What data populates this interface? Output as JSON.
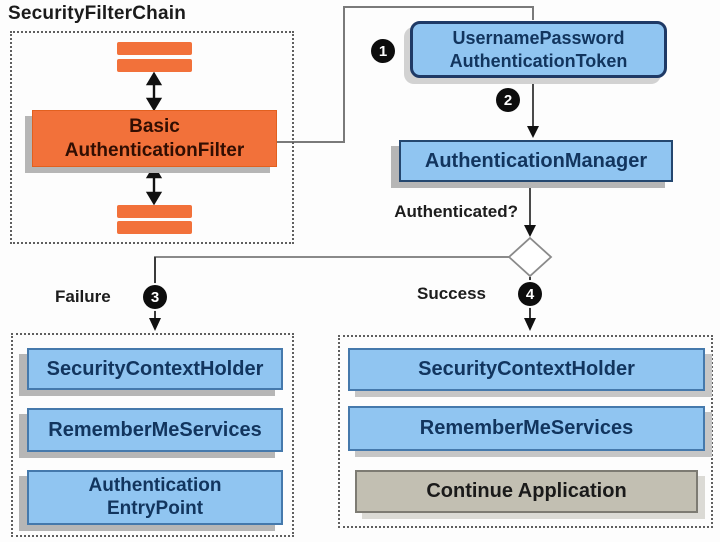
{
  "diagram": {
    "title": "SecurityFilterChain",
    "filter_box": {
      "line1": "Basic",
      "line2": "AuthenticationFilter"
    },
    "token_box": {
      "line1": "UsernamePassword",
      "line2": "AuthenticationToken"
    },
    "manager_box": {
      "label": "AuthenticationManager"
    },
    "decision": {
      "question": "Authenticated?",
      "failure_label": "Failure",
      "success_label": "Success"
    },
    "steps": {
      "one": "1",
      "two": "2",
      "three": "3",
      "four": "4"
    },
    "failure_branch": {
      "box1": "SecurityContextHolder",
      "box2": "RememberMeServices",
      "box3_line1": "Authentication",
      "box3_line2": "EntryPoint"
    },
    "success_branch": {
      "box1": "SecurityContextHolder",
      "box2": "RememberMeServices",
      "box3": "Continue Application"
    },
    "colors": {
      "orange": "#F2713A",
      "blue_fill": "#90C5F1",
      "navy_border": "#1F3A66",
      "steel_border": "#4579AC",
      "navy_text": "#12355E",
      "gray_fill": "#C2BFB2",
      "gray_border": "#7D7B73",
      "wire_gray": "#7a7a7a",
      "wire_dark": "#2e2e2e"
    }
  }
}
